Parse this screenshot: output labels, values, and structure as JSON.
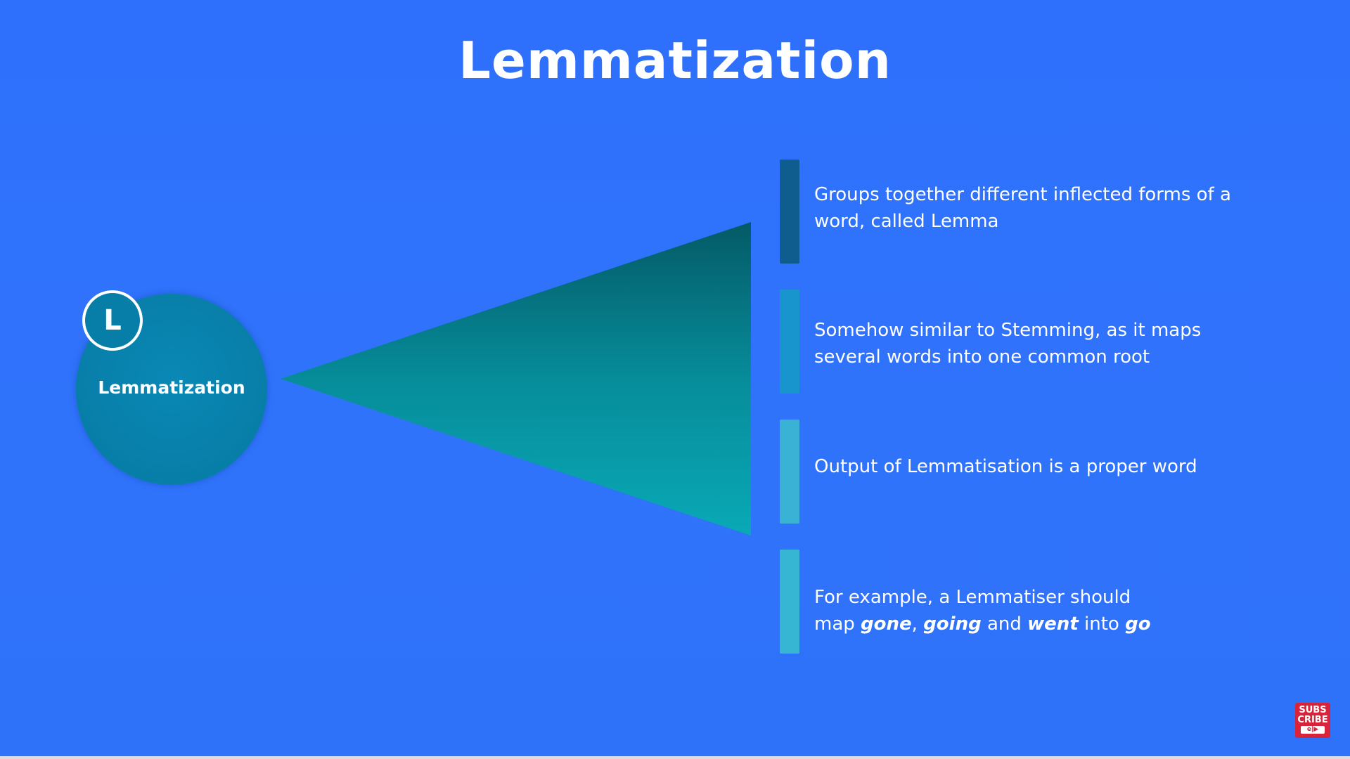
{
  "slide": {
    "title": "Lemmatization",
    "circle": {
      "badge_letter": "L",
      "label": "Lemmatization"
    },
    "points": [
      {
        "line1": "Groups together different inflected forms of a",
        "line2": "word, called Lemma"
      },
      {
        "line1": "Somehow similar to Stemming, as it maps",
        "line2": "several words into one common root"
      },
      {
        "line1": "Output of Lemmatisation is a proper word"
      },
      {
        "line1": "For example, a Lemmatiser should",
        "line2_prefix": "map ",
        "word_a": "gone",
        "sep_a": ", ",
        "word_b": "going",
        "sep_b": " and ",
        "word_c": "went",
        "sep_c": " into ",
        "word_d": "go"
      }
    ]
  },
  "subscribe_badge": {
    "line1": "SUBS",
    "line2": "CRIBE",
    "play": "e|▶"
  },
  "colors": {
    "background": "#2f72fb",
    "circle": "#077ea8",
    "funnel_dark": "#045f6f",
    "funnel_light": "#08a8b4",
    "bar_1": "#0f5c8e",
    "bar_2": "#1895cc",
    "bar_3": "#3ab2d6",
    "bar_4": "#36b6d2",
    "subscribe": "#d8243a"
  }
}
